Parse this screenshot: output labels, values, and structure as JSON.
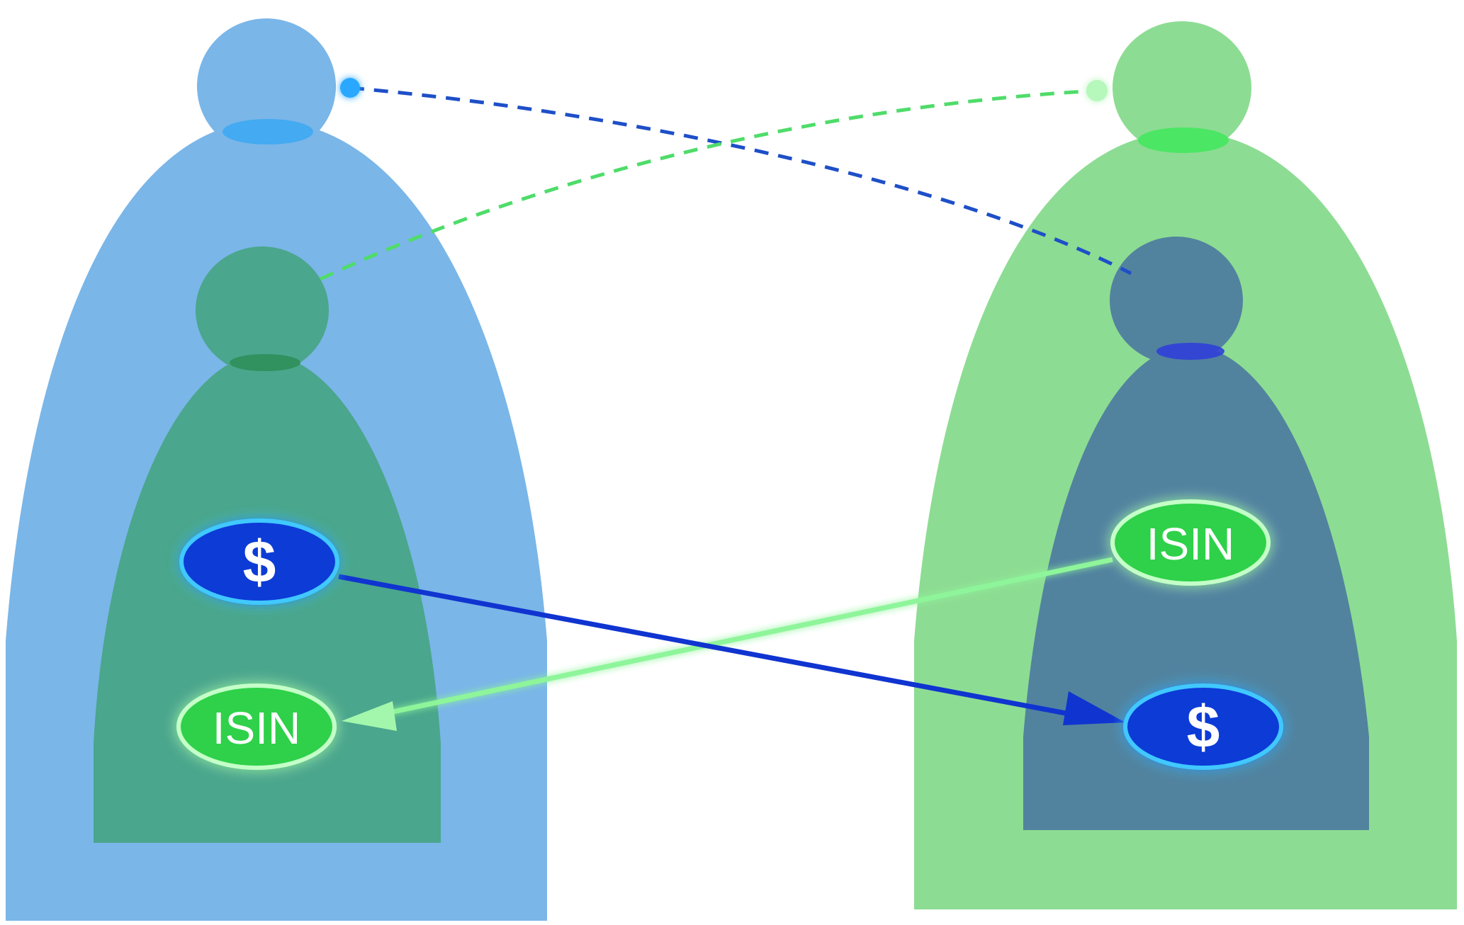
{
  "tokens": {
    "left_cash": {
      "label": "$",
      "icon": "dollar-token-icon",
      "color": "#0a3ad6"
    },
    "left_isin": {
      "label": "ISIN",
      "icon": "isin-token-icon",
      "color": "#2fd14a"
    },
    "right_isin": {
      "label": "ISIN",
      "icon": "isin-token-icon",
      "color": "#2fd14a"
    },
    "right_cash": {
      "label": "$",
      "icon": "dollar-token-icon",
      "color": "#0a3ad6"
    }
  },
  "colors": {
    "blue_party": "#7ab6e8",
    "green_party": "#8ddc93",
    "inner_green_figure": "#4aa68c",
    "inner_blue_figure": "#51839f",
    "cash_arrow": "#1034d0",
    "security_arrow": "#8ef59a",
    "blue_dashed_link": "#1e4fc8",
    "green_dashed_link": "#4fdc6a"
  },
  "flows": [
    {
      "asset": "$",
      "from": "left",
      "to": "right",
      "color": "#1034d0"
    },
    {
      "asset": "ISIN",
      "from": "right",
      "to": "left",
      "color": "#8ef59a"
    }
  ]
}
